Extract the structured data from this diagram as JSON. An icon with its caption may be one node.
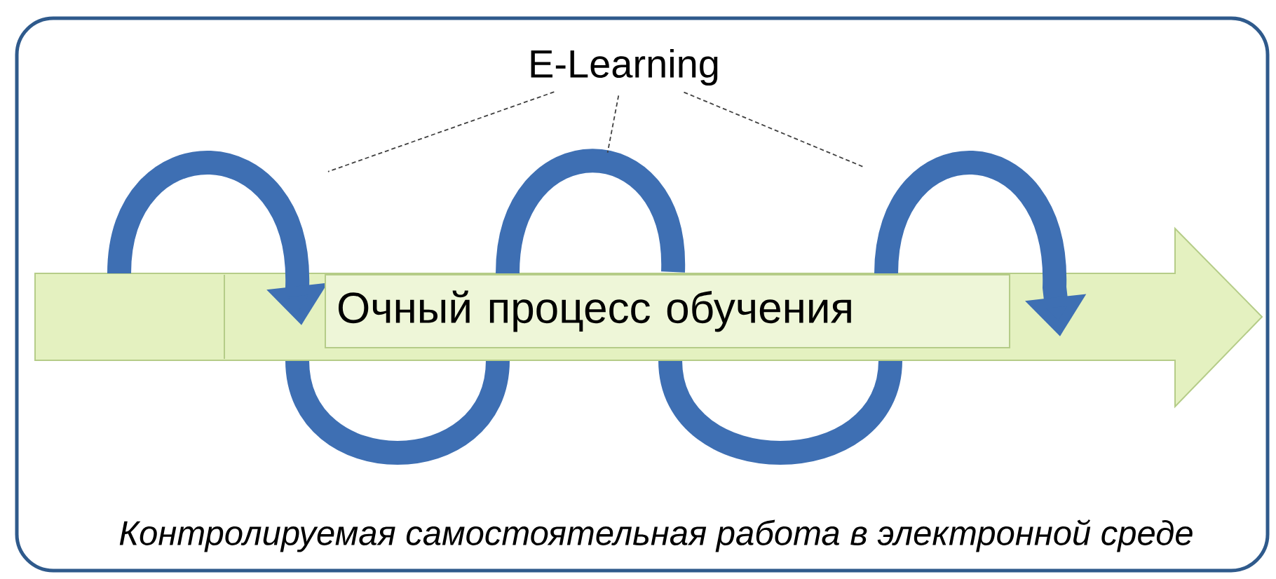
{
  "diagram": {
    "nodes": [
      {
        "text": [
          "Контролируемая самостоятельная работа в электронной среде"
        ]
      },
      {
        "text": [
          "E-Learning"
        ],
        "in": 0
      },
      {
        "text": [],
        "shape": "loop",
        "in": 0
      },
      {
        "text": [],
        "shape": "loop",
        "in": 0
      },
      {
        "text": [],
        "shape": "loop",
        "in": 0
      },
      {
        "text": [],
        "shape": "arrow",
        "in": 0
      },
      {
        "text": [
          "Очный процесс обучения"
        ],
        "in": 5
      }
    ],
    "edges": [
      {
        "from": 1,
        "to": 2,
        "arrow": "none",
        "style": "dashed"
      },
      {
        "from": 1,
        "to": 3,
        "arrow": "none",
        "style": "dashed"
      },
      {
        "from": 1,
        "to": 4,
        "arrow": "none",
        "style": "dashed"
      }
    ]
  }
}
